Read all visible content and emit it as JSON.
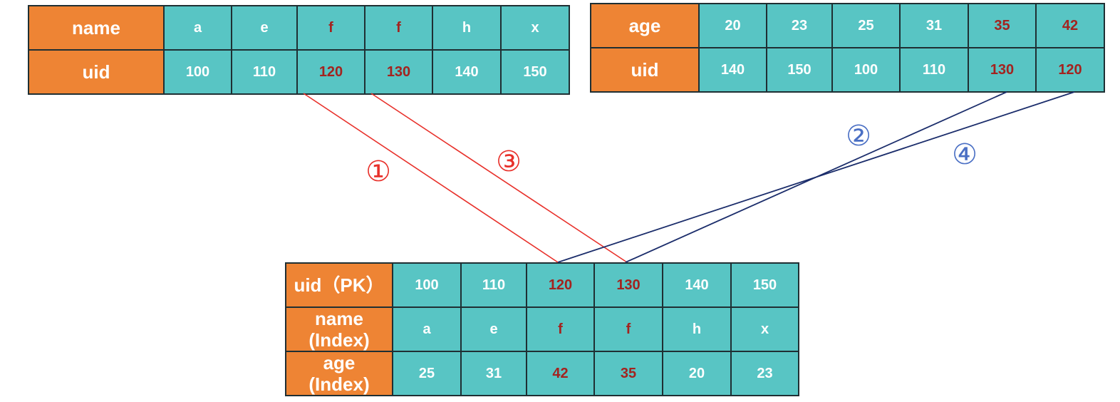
{
  "name_index_table": {
    "rows": [
      {
        "label": [
          "name"
        ],
        "cells": [
          "a",
          "e",
          "f",
          "f",
          "h",
          "x"
        ],
        "highlight": [
          false,
          false,
          true,
          true,
          false,
          false
        ]
      },
      {
        "label": [
          "uid"
        ],
        "cells": [
          "100",
          "110",
          "120",
          "130",
          "140",
          "150"
        ],
        "highlight": [
          false,
          false,
          true,
          true,
          false,
          false
        ]
      }
    ]
  },
  "age_index_table": {
    "rows": [
      {
        "label": [
          "age"
        ],
        "cells": [
          "20",
          "23",
          "25",
          "31",
          "35",
          "42"
        ],
        "highlight": [
          false,
          false,
          false,
          false,
          true,
          true
        ]
      },
      {
        "label": [
          "uid"
        ],
        "cells": [
          "140",
          "150",
          "100",
          "110",
          "130",
          "120"
        ],
        "highlight": [
          false,
          false,
          false,
          false,
          true,
          true
        ]
      }
    ]
  },
  "primary_table": {
    "rows": [
      {
        "label": [
          "uid（PK）"
        ],
        "cells": [
          "100",
          "110",
          "120",
          "130",
          "140",
          "150"
        ],
        "highlight": [
          false,
          false,
          true,
          true,
          false,
          false
        ]
      },
      {
        "label": [
          "name",
          "(Index)"
        ],
        "cells": [
          "a",
          "e",
          "f",
          "f",
          "h",
          "x"
        ],
        "highlight": [
          false,
          false,
          true,
          true,
          false,
          false
        ]
      },
      {
        "label": [
          "age",
          "(Index)"
        ],
        "cells": [
          "25",
          "31",
          "42",
          "35",
          "20",
          "23"
        ],
        "highlight": [
          false,
          false,
          true,
          true,
          false,
          false
        ]
      }
    ]
  },
  "steps": [
    "①",
    "②",
    "③",
    "④"
  ],
  "colors": {
    "header": "#ee8434",
    "cell": "#58c5c4",
    "highlight_text": "#a3231f",
    "red_line": "#e8302a",
    "navy_line": "#1b2d6b",
    "blue_label": "#4a6fc4"
  }
}
